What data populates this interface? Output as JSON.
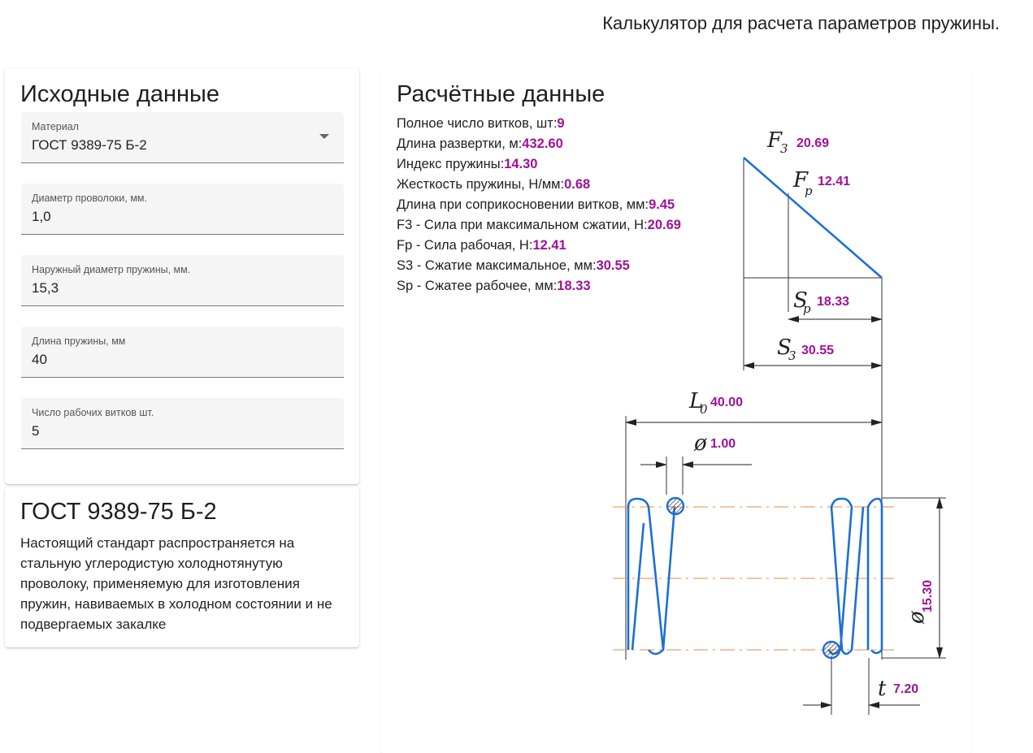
{
  "page": {
    "title": "Калькулятор для расчета параметров пружины."
  },
  "input": {
    "heading": "Исходные данные",
    "material": {
      "label": "Материал",
      "value": "ГОСТ 9389-75 Б-2"
    },
    "wire_diameter": {
      "label": "Диаметр проволоки, мм.",
      "value": "1,0"
    },
    "outer_diameter": {
      "label": "Наружный диаметр пружины, мм.",
      "value": "15,3"
    },
    "spring_length": {
      "label": "Длина пружины, мм",
      "value": "40"
    },
    "working_turns": {
      "label": "Число рабочих витков шт.",
      "value": "5"
    }
  },
  "gost": {
    "heading": "ГОСТ 9389-75 Б-2",
    "description": "Настоящий стандарт распространяется на стальную углеродистую холоднотянутую проволоку, применяемую для изготовления пружин, навиваемых в холодном состоянии и не подвергаемых закалке"
  },
  "results": {
    "heading": "Расчётные данные",
    "items": [
      {
        "label": "Полное число витков, шт:",
        "value": "9"
      },
      {
        "label": "Длина развертки, м:",
        "value": "432.60"
      },
      {
        "label": "Индекс пружины:",
        "value": "14.30"
      },
      {
        "label": "Жесткость пружины, Н/мм:",
        "value": "0.68"
      },
      {
        "label": "Длина при соприкосновении витков, мм:",
        "value": "9.45"
      },
      {
        "label": "F3 - Сила при максимальном сжатии, Н:",
        "value": "20.69"
      },
      {
        "label": "Fp - Сила рабочая, Н:",
        "value": "12.41"
      },
      {
        "label": "S3 - Сжатие максимальное, мм:",
        "value": "30.55"
      },
      {
        "label": "Sp - Сжатее рабочее, мм:",
        "value": "18.33"
      }
    ]
  },
  "drawing": {
    "f3": {
      "symbol": "F",
      "sub": "3",
      "value": "20.69"
    },
    "fp": {
      "symbol": "F",
      "sub": "p",
      "value": "12.41"
    },
    "sp": {
      "symbol": "S",
      "sub": "p",
      "value": "18.33"
    },
    "s3": {
      "symbol": "S",
      "sub": "3",
      "value": "30.55"
    },
    "l0": {
      "symbol": "L",
      "sub": "0",
      "value": "40.00"
    },
    "wire": {
      "symbol": "ø",
      "value": "1.00"
    },
    "diameter": {
      "symbol": "ø",
      "value": "15.30"
    },
    "pitch": {
      "symbol": "t",
      "value": "7.20"
    },
    "colors": {
      "spring": "#1c6fd6",
      "axis": "#f0a060",
      "value": "#a0109a",
      "line": "#333333"
    }
  }
}
